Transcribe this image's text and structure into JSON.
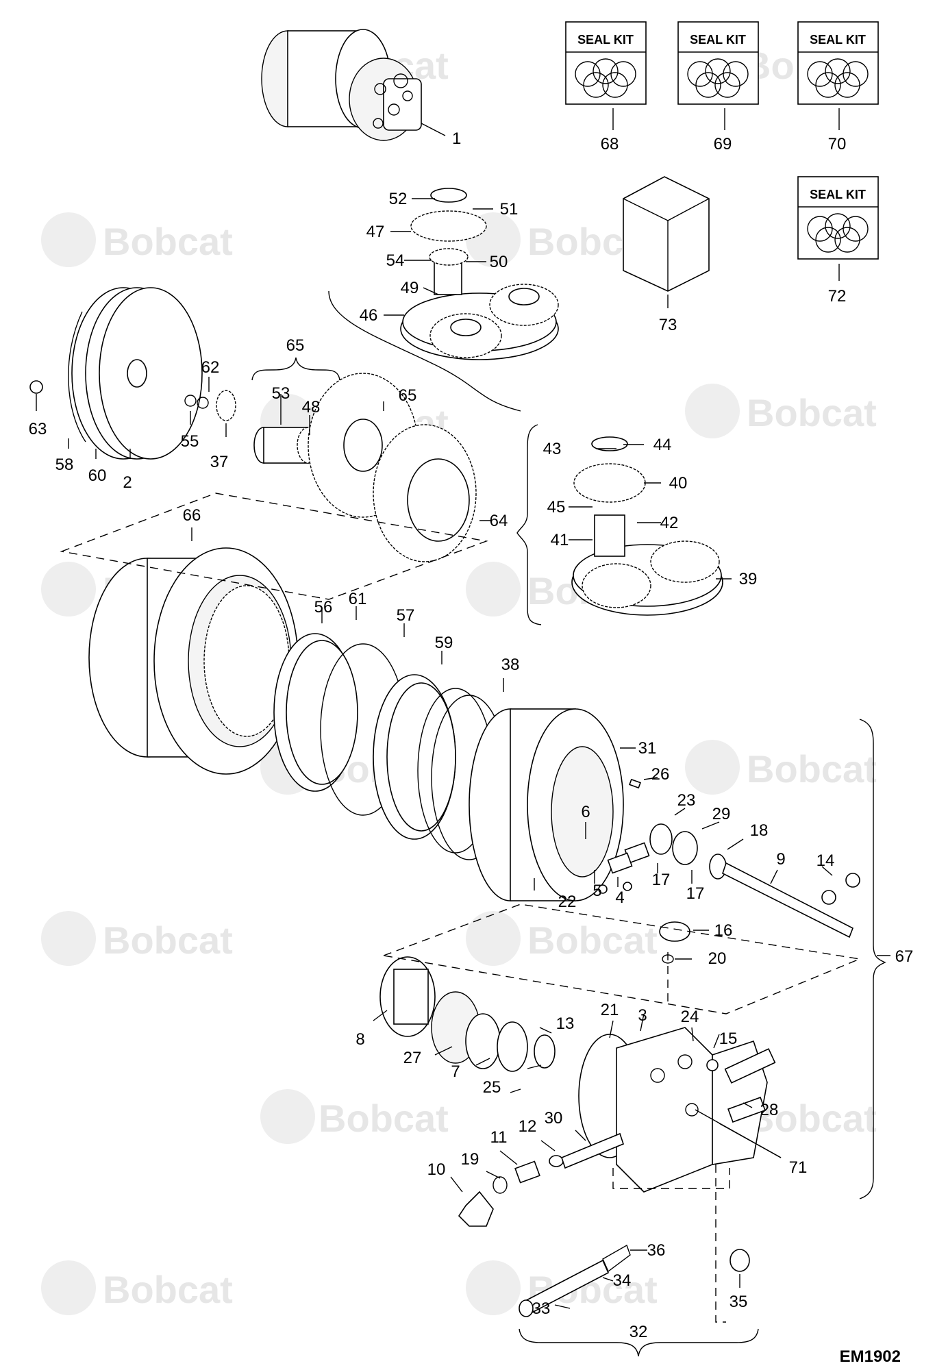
{
  "drawing_code": "EM1902",
  "watermark_text": "Bobcat",
  "seal_kit_label": "SEAL KIT",
  "callouts": {
    "c1": "1",
    "c2": "2",
    "c3": "3",
    "c4": "4",
    "c5": "5",
    "c6": "6",
    "c7": "7",
    "c8": "8",
    "c9": "9",
    "c10": "10",
    "c11": "11",
    "c12": "12",
    "c13": "13",
    "c14": "14",
    "c15": "15",
    "c16": "16",
    "c17a": "17",
    "c17b": "17",
    "c18": "18",
    "c19": "19",
    "c20": "20",
    "c21": "21",
    "c22": "22",
    "c23": "23",
    "c24": "24",
    "c25": "25",
    "c26": "26",
    "c27": "27",
    "c28": "28",
    "c29": "29",
    "c30": "30",
    "c31": "31",
    "c32": "32",
    "c33": "33",
    "c34": "34",
    "c35": "35",
    "c36": "36",
    "c37": "37",
    "c38": "38",
    "c39": "39",
    "c40": "40",
    "c41": "41",
    "c42": "42",
    "c43": "43",
    "c44": "44",
    "c45": "45",
    "c46": "46",
    "c47": "47",
    "c48": "48",
    "c49": "49",
    "c50": "50",
    "c51": "51",
    "c52": "52",
    "c53": "53",
    "c54": "54",
    "c55": "55",
    "c56": "56",
    "c57": "57",
    "c58": "58",
    "c59": "59",
    "c60": "60",
    "c61": "61",
    "c62": "62",
    "c63": "63",
    "c64": "64",
    "c65a": "65",
    "c65b": "65",
    "c66": "66",
    "c67": "67",
    "c68": "68",
    "c69": "69",
    "c70": "70",
    "c71": "71",
    "c72": "72",
    "c73": "73"
  }
}
